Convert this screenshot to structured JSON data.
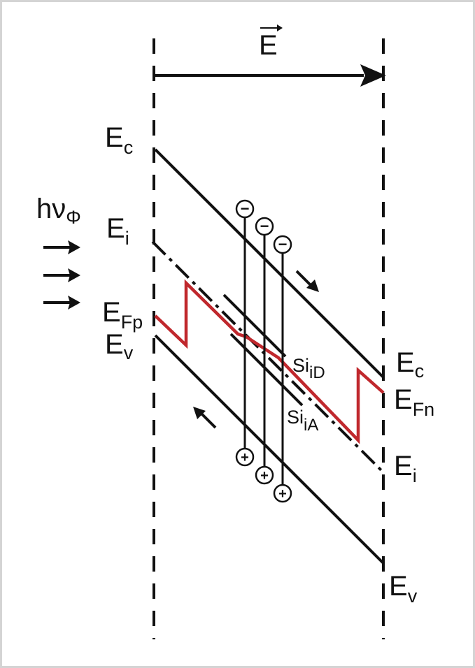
{
  "diagram": {
    "field_symbol": "E",
    "photon": {
      "main": "hν",
      "sub": "Φ"
    },
    "labels_left": {
      "conduction": {
        "main": "E",
        "sub": "c"
      },
      "intrinsic": {
        "main": "E",
        "sub": "i"
      },
      "fermi_p": {
        "main": "E",
        "sub": "Fp"
      },
      "valence": {
        "main": "E",
        "sub": "v"
      }
    },
    "labels_right": {
      "conduction": {
        "main": "E",
        "sub": "c"
      },
      "fermi_n": {
        "main": "E",
        "sub": "Fn"
      },
      "intrinsic": {
        "main": "E",
        "sub": "i"
      },
      "valence": {
        "main": "E",
        "sub": "v"
      }
    },
    "defects": {
      "donor": {
        "main": "Si",
        "sub": "iD"
      },
      "acceptor": {
        "main": "Si",
        "sub": "iA"
      }
    },
    "carriers": {
      "electron": "−",
      "hole": "+"
    },
    "colors": {
      "lines": "#111111",
      "fermi": "#c0282d",
      "frame": "#d4d4d4"
    }
  }
}
